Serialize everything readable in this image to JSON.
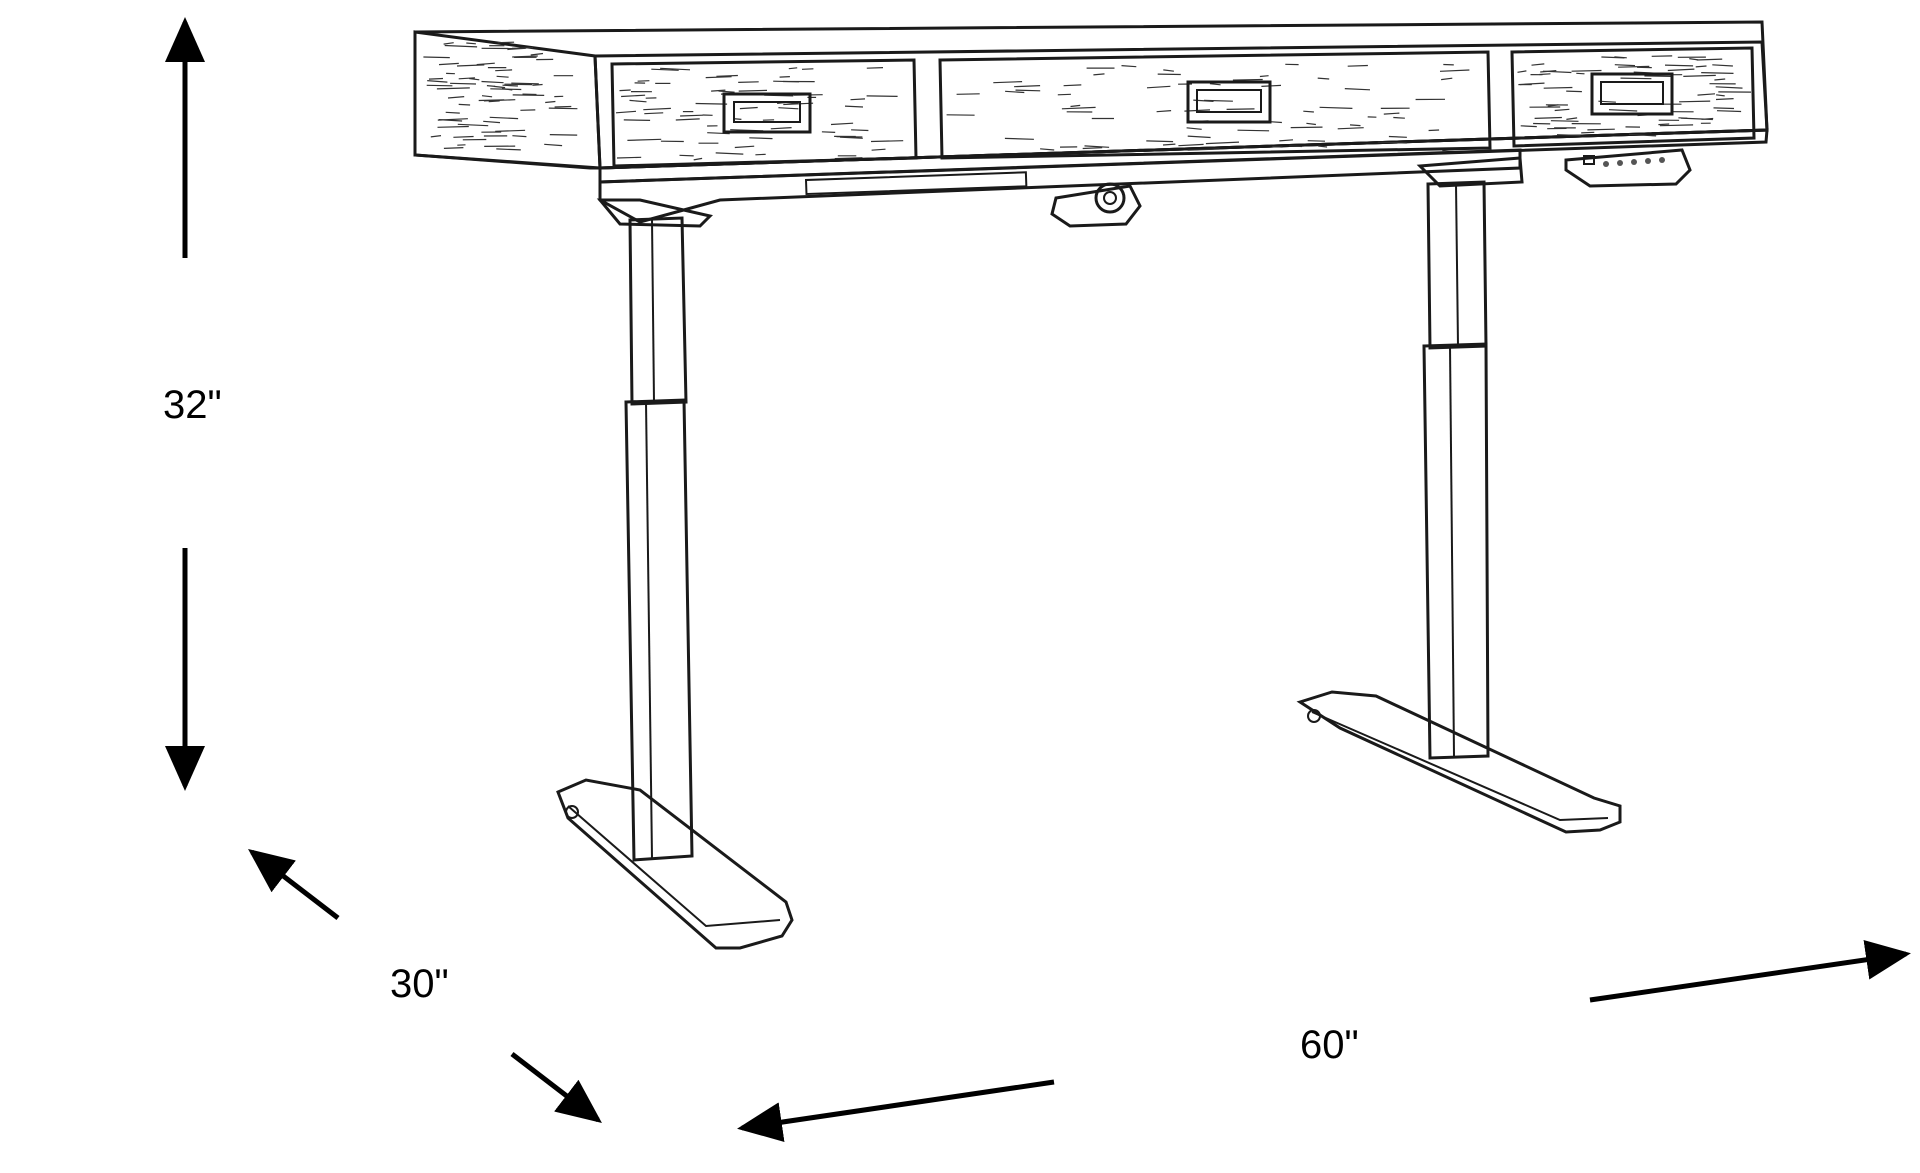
{
  "dimensions": {
    "height": "32\"",
    "depth": "30\"",
    "width": "60\""
  },
  "colors": {
    "ink": "#1a1a1a",
    "background": "#ffffff"
  }
}
